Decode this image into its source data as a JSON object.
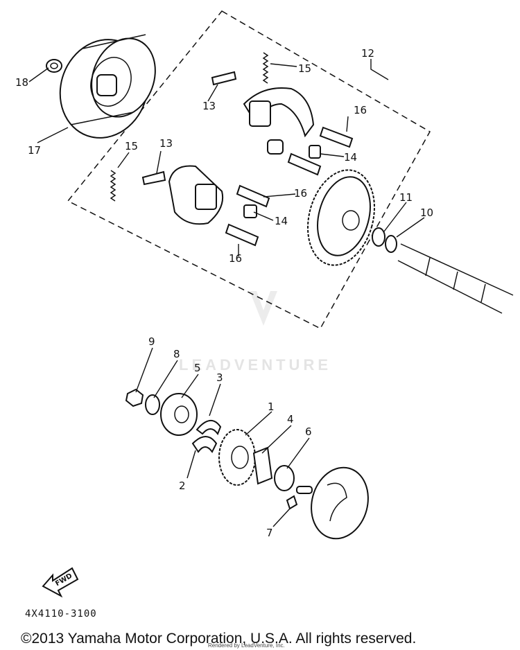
{
  "diagram": {
    "callouts": {
      "c1": "1",
      "c2": "2",
      "c3": "3",
      "c4": "4",
      "c5": "5",
      "c6": "6",
      "c7": "7",
      "c8": "8",
      "c9": "9",
      "c10": "10",
      "c11": "11",
      "c12": "12",
      "c13a": "13",
      "c13b": "13",
      "c14a": "14",
      "c14b": "14",
      "c15a": "15",
      "c15b": "15",
      "c16a": "16",
      "c16b": "16",
      "c16c": "16",
      "c17": "17",
      "c18": "18"
    },
    "fwd_label": "FWD",
    "diagram_code": "4X4110-3100",
    "watermark": "LEADVENTURE"
  },
  "footer": {
    "copyright": "©2013 Yamaha Motor Corporation, U.S.A. All rights reserved.",
    "rendered_by": "Rendered by LeadVenture, Inc."
  }
}
